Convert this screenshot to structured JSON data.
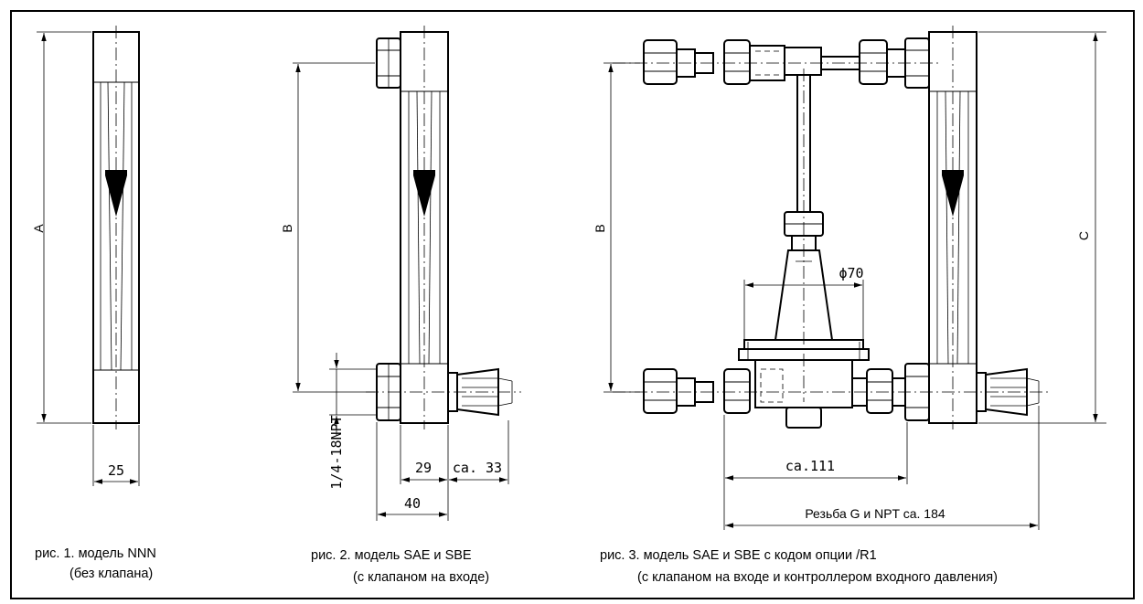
{
  "dims": {
    "A": "A",
    "B": "B",
    "C": "C",
    "w25": "25",
    "w29": "29",
    "w40": "40",
    "ca33": "ca. 33",
    "thread": "1/4-18NPT",
    "phi70": "ϕ70",
    "ca111": "ca.111",
    "thread184": "Резьба G и NPT ca. 184"
  },
  "captions": {
    "fig1_line1": "рис. 1. модель NNN",
    "fig1_line2": "(без клапана)",
    "fig2_line1": "рис. 2. модель SAE и SBE",
    "fig2_line2": "(с клапаном на входе)",
    "fig3_line1": "рис. 3. модель SAE и SBE с кодом опции /R1",
    "fig3_line2": "(с клапаном на входе и контроллером входного давления)"
  }
}
